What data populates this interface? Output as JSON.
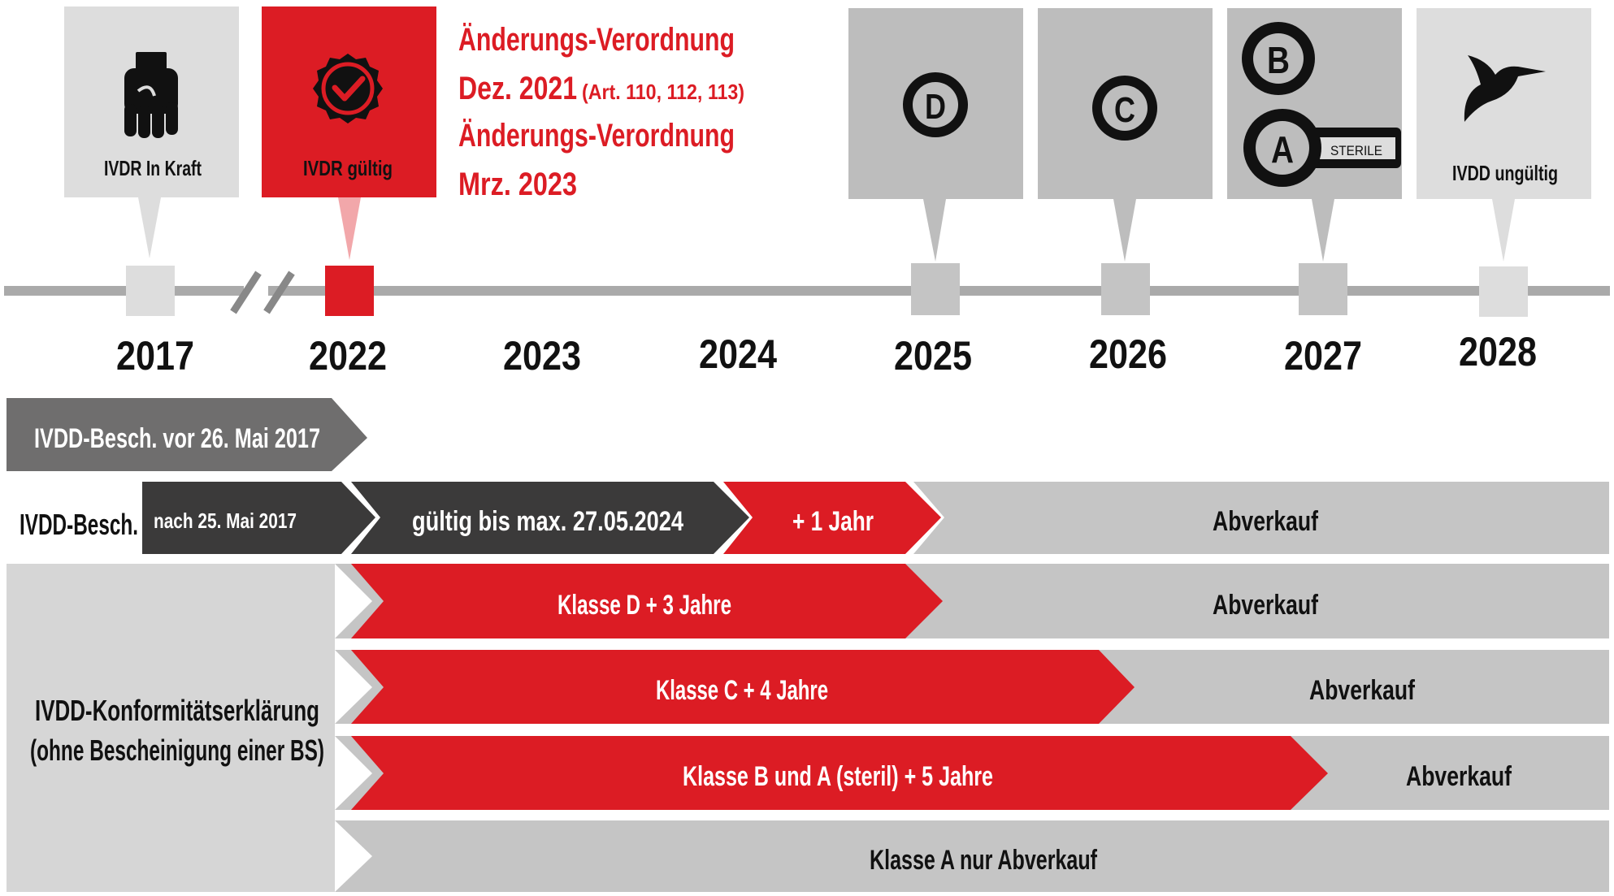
{
  "colors": {
    "red": "#dc1c24",
    "dark": "#3b3a3a",
    "mid_gray": "#6f6e6e",
    "light_gray": "#c5c5c5",
    "lighter_gray": "#d6d6d6",
    "callout_gray": "#bdbdbd",
    "black": "#111111",
    "white": "#ffffff"
  },
  "callouts": [
    {
      "icon": "fist-icon",
      "label": "IVDR In Kraft"
    },
    {
      "icon": "seal-check-icon",
      "label": "IVDR gültig"
    },
    {
      "icon": "class-d-badge-icon",
      "label": "",
      "badge": "D"
    },
    {
      "icon": "class-c-badge-icon",
      "label": "",
      "badge": "C"
    },
    {
      "icon": "class-b-a-sterile-icon",
      "label": "",
      "badge_b": "B",
      "badge_a": "A",
      "sterile": "STERILE"
    },
    {
      "icon": "hummingbird-icon",
      "label": "IVDD ungültig"
    }
  ],
  "amendments": {
    "line1": "Änderungs-Verordnung",
    "line2_main": "Dez. 2021",
    "line2_note": "(Art. 110, 112, 113)",
    "line3": "Änderungs-Verordnung",
    "line4": "Mrz. 2023"
  },
  "years": [
    "2017",
    "2022",
    "2023",
    "2024",
    "2025",
    "2026",
    "2027",
    "2028"
  ],
  "rows": {
    "row1": {
      "label": "IVDD-Besch. vor 26. Mai 2017"
    },
    "row2": {
      "side_label": "IVDD-Besch.",
      "segments": [
        "nach 25. Mai 2017",
        "gültig bis max. 27.05.2024",
        "+ 1 Jahr",
        "Abverkauf"
      ]
    },
    "side_block": {
      "line1": "IVDD-Konformitätserklärung",
      "line2": "(ohne Bescheinigung einer BS)"
    },
    "class_d": {
      "label": "Klasse D + 3 Jahre",
      "after": "Abverkauf"
    },
    "class_c": {
      "label": "Klasse C + 4 Jahre",
      "after": "Abverkauf"
    },
    "class_ba": {
      "label": "Klasse B und A (steril) + 5 Jahre",
      "after": "Abverkauf"
    },
    "class_a": {
      "label": "Klasse A nur Abverkauf"
    }
  }
}
